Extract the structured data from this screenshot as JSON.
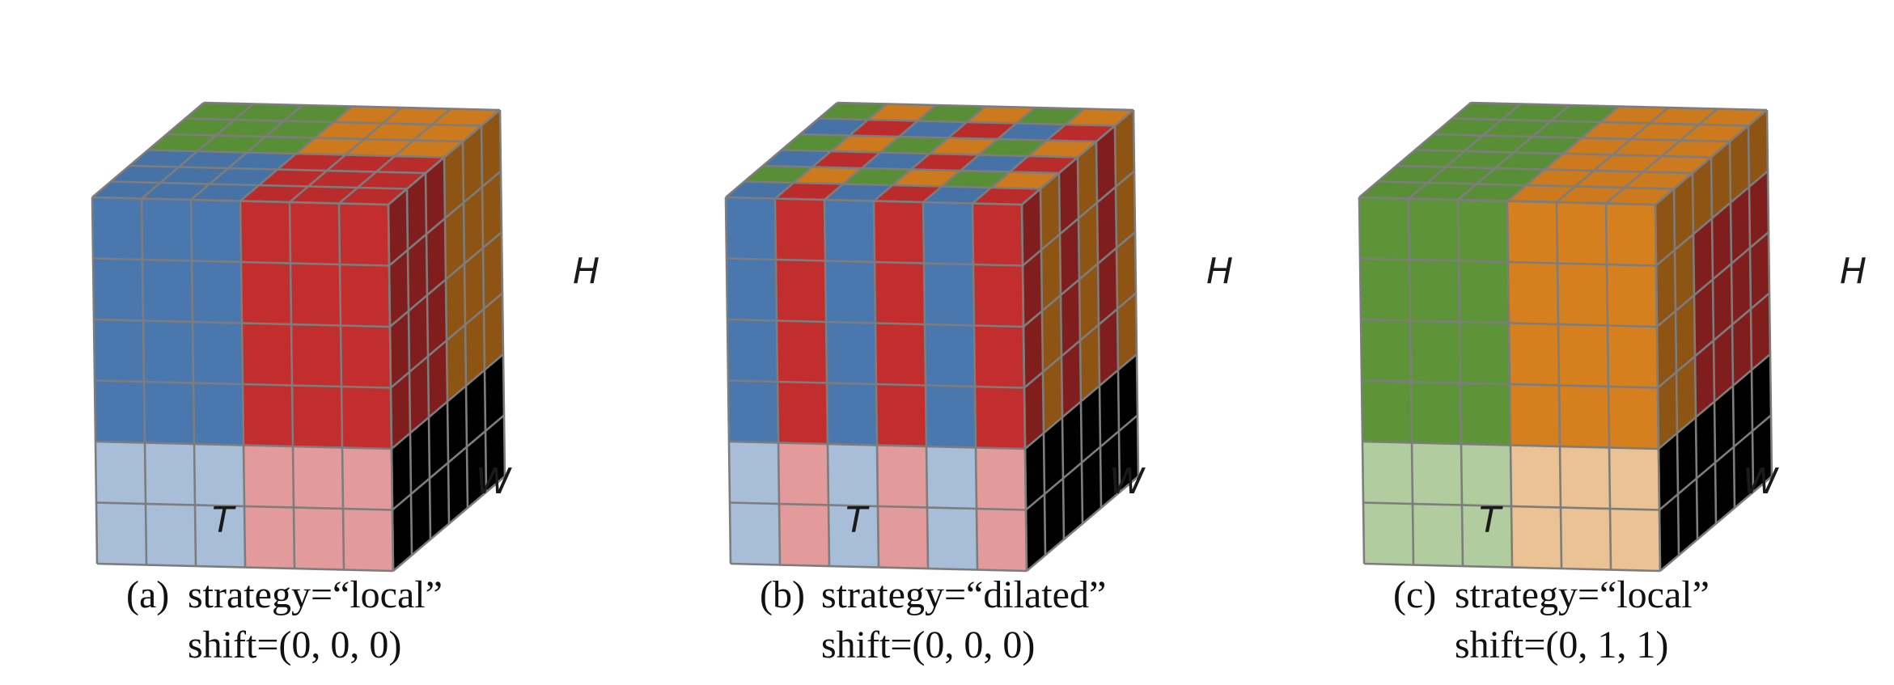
{
  "figure": {
    "colors": {
      "blue": "#4a77ad",
      "red": "#c22d2d",
      "green": "#5c9437",
      "orange": "#d57f1e",
      "grid": "#7d7d7d"
    },
    "panels": [
      {
        "id": "a",
        "tag": "(a)",
        "strategy": "strategy=“local”",
        "shift": "shift=(0, 0, 0)",
        "axis_t": "T",
        "axis_w": "W",
        "axis_h": "H",
        "pattern": "local"
      },
      {
        "id": "b",
        "tag": "(b)",
        "strategy": "strategy=“dilated”",
        "shift": "shift=(0, 0, 0)",
        "axis_t": "T",
        "axis_w": "W",
        "axis_h": "H",
        "pattern": "dilated"
      },
      {
        "id": "c",
        "tag": "(c)",
        "strategy": "strategy=“local”",
        "shift": "shift=(0, 1, 1)",
        "axis_t": "T",
        "axis_w": "W",
        "axis_h": "H",
        "pattern": "shifted"
      }
    ]
  }
}
